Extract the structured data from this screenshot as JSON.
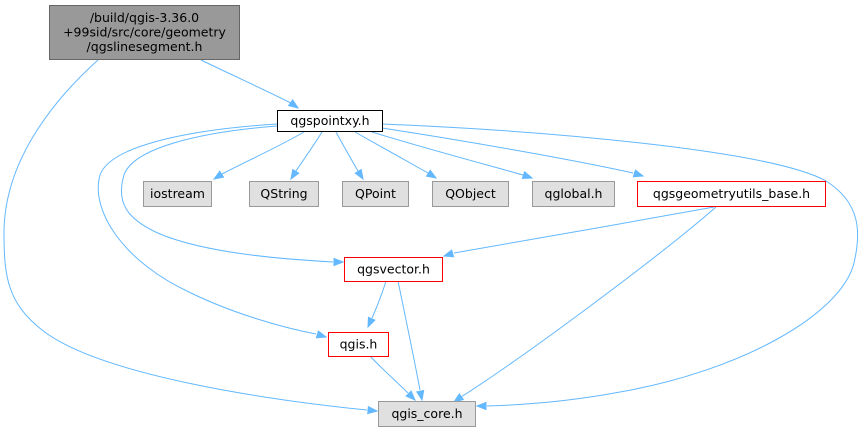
{
  "colors": {
    "edge": "#63B8FF",
    "root_fill": "#999999",
    "root_stroke": "#666666",
    "plain_fill": "#FFFFFF",
    "plain_stroke": "#000000",
    "external_fill": "#E0E0E0",
    "external_stroke": "#999999",
    "incomplete_fill": "#FFFFFF",
    "incomplete_stroke": "#FF0000"
  },
  "nodes": {
    "root": {
      "lines": [
        "/build/qgis-3.36.0",
        "+99sid/src/core/geometry",
        "/qgslinesegment.h"
      ],
      "style": "root"
    },
    "qgspointxy": {
      "lines": [
        "qgspointxy.h"
      ],
      "style": "plain"
    },
    "iostream": {
      "lines": [
        "iostream"
      ],
      "style": "external"
    },
    "qstring": {
      "lines": [
        "QString"
      ],
      "style": "external"
    },
    "qpoint": {
      "lines": [
        "QPoint"
      ],
      "style": "external"
    },
    "qobject": {
      "lines": [
        "QObject"
      ],
      "style": "external"
    },
    "qglobal": {
      "lines": [
        "qglobal.h"
      ],
      "style": "external"
    },
    "qgsgeometryutils_base": {
      "lines": [
        "qgsgeometryutils_base.h"
      ],
      "style": "incomplete"
    },
    "qgsvector": {
      "lines": [
        "qgsvector.h"
      ],
      "style": "incomplete"
    },
    "qgis": {
      "lines": [
        "qgis.h"
      ],
      "style": "incomplete"
    },
    "qgis_core": {
      "lines": [
        "qgis_core.h"
      ],
      "style": "external"
    }
  },
  "edges": [
    {
      "from": "root",
      "to": "qgspointxy"
    },
    {
      "from": "root",
      "to": "qgis_core"
    },
    {
      "from": "qgspointxy",
      "to": "iostream"
    },
    {
      "from": "qgspointxy",
      "to": "qstring"
    },
    {
      "from": "qgspointxy",
      "to": "qpoint"
    },
    {
      "from": "qgspointxy",
      "to": "qobject"
    },
    {
      "from": "qgspointxy",
      "to": "qglobal"
    },
    {
      "from": "qgspointxy",
      "to": "qgsgeometryutils_base"
    },
    {
      "from": "qgspointxy",
      "to": "qgsvector"
    },
    {
      "from": "qgspointxy",
      "to": "qgis"
    },
    {
      "from": "qgspointxy",
      "to": "qgis_core"
    },
    {
      "from": "qgsgeometryutils_base",
      "to": "qgsvector"
    },
    {
      "from": "qgsgeometryutils_base",
      "to": "qgis_core"
    },
    {
      "from": "qgsvector",
      "to": "qgis"
    },
    {
      "from": "qgsvector",
      "to": "qgis_core"
    },
    {
      "from": "qgis",
      "to": "qgis_core"
    }
  ]
}
